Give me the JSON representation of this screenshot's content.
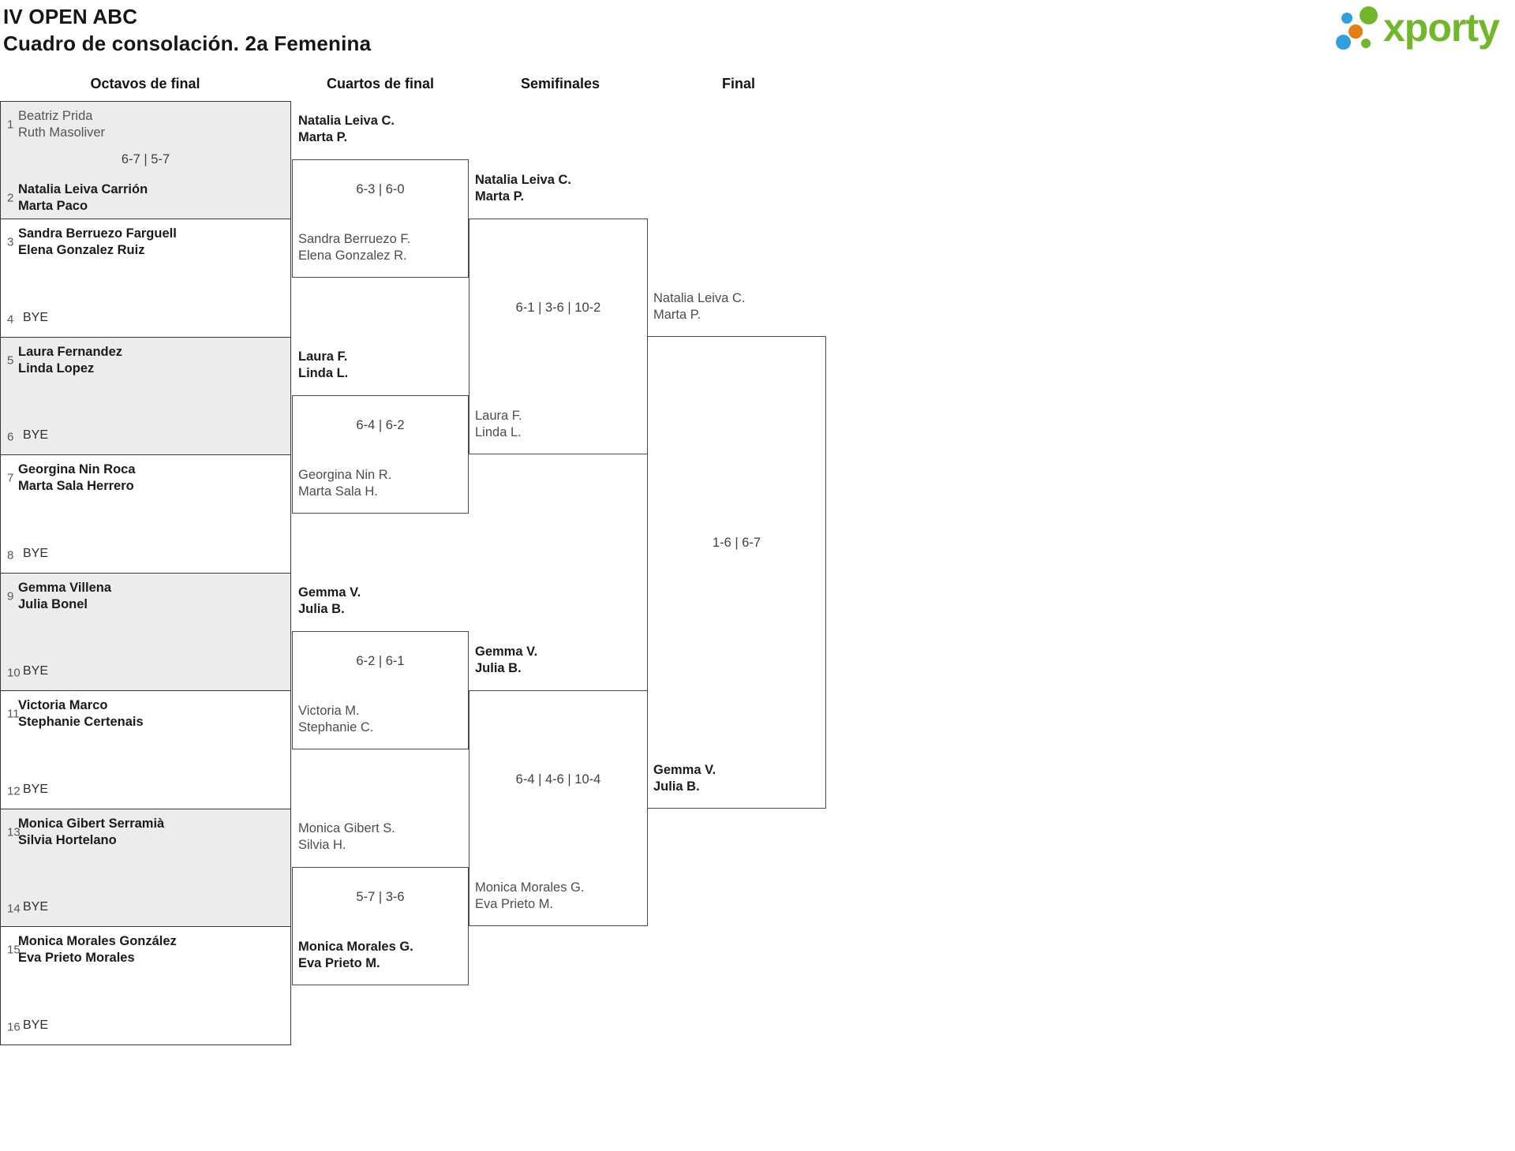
{
  "header": {
    "title": "IV OPEN ABC",
    "subtitle": "Cuadro de consolación. 2a Femenina"
  },
  "logo": {
    "brand": "xporty"
  },
  "colors": {
    "accent_green": "#72b62c",
    "accent_blue": "#2da0dd",
    "accent_orange": "#e87d13",
    "match_alt_bg": "#ececec"
  },
  "rounds": [
    {
      "label": "Octavos de final"
    },
    {
      "label": "Cuartos de final"
    },
    {
      "label": "Semifinales"
    },
    {
      "label": "Final"
    }
  ],
  "octavos": [
    {
      "seed_top": "1",
      "top": [
        "Beatriz Prida",
        "Ruth Masoliver"
      ],
      "score": "6-7 | 5-7",
      "seed_bottom": "2",
      "bottom": [
        "Natalia Leiva Carrión",
        "Marta Paco"
      ]
    },
    {
      "seed_top": "3",
      "top": [
        "Sandra Berruezo Farguell",
        "Elena Gonzalez Ruiz"
      ],
      "seed_bottom": "4",
      "bottom_bye": "BYE"
    },
    {
      "seed_top": "5",
      "top": [
        "Laura Fernandez",
        "Linda Lopez"
      ],
      "seed_bottom": "6",
      "bottom_bye": "BYE"
    },
    {
      "seed_top": "7",
      "top": [
        "Georgina Nin Roca",
        "Marta Sala Herrero"
      ],
      "seed_bottom": "8",
      "bottom_bye": "BYE"
    },
    {
      "seed_top": "9",
      "top": [
        "Gemma Villena",
        "Julia Bonel"
      ],
      "seed_bottom": "10",
      "bottom_bye": "BYE"
    },
    {
      "seed_top": "11",
      "top": [
        "Victoria Marco",
        "Stephanie Certenais"
      ],
      "seed_bottom": "12",
      "bottom_bye": "BYE"
    },
    {
      "seed_top": "13",
      "top": [
        "Monica Gibert Serramià",
        "Silvia Hortelano"
      ],
      "seed_bottom": "14",
      "bottom_bye": "BYE"
    },
    {
      "seed_top": "15",
      "top": [
        "Monica Morales González",
        "Eva Prieto Morales"
      ],
      "seed_bottom": "16",
      "bottom_bye": "BYE"
    }
  ],
  "cuartos": [
    {
      "top": [
        "Natalia Leiva C.",
        "Marta P."
      ],
      "score": "6-3 | 6-0",
      "bottom": [
        "Sandra Berruezo F.",
        "Elena Gonzalez R."
      ]
    },
    {
      "top": [
        "Laura F.",
        "Linda L."
      ],
      "score": "6-4 | 6-2",
      "bottom": [
        "Georgina Nin R.",
        "Marta Sala H."
      ]
    },
    {
      "top": [
        "Gemma V.",
        "Julia B."
      ],
      "score": "6-2 | 6-1",
      "bottom": [
        "Victoria M.",
        "Stephanie C."
      ]
    },
    {
      "top": [
        "Monica Gibert S.",
        "Silvia H."
      ],
      "score": "5-7 | 3-6",
      "bottom": [
        "Monica Morales G.",
        "Eva Prieto M."
      ]
    }
  ],
  "semifinales": [
    {
      "top": [
        "Natalia Leiva C.",
        "Marta P."
      ],
      "score": "6-1 | 3-6 | 10-2",
      "bottom": [
        "Laura F.",
        "Linda L."
      ]
    },
    {
      "top": [
        "Gemma V.",
        "Julia B."
      ],
      "score": "6-4 | 4-6 | 10-4",
      "bottom": [
        "Monica Morales G.",
        "Eva Prieto M."
      ]
    }
  ],
  "final": {
    "top": [
      "Natalia Leiva C.",
      "Marta P."
    ],
    "score": "1-6 | 6-7",
    "bottom": [
      "Gemma V.",
      "Julia B."
    ]
  }
}
